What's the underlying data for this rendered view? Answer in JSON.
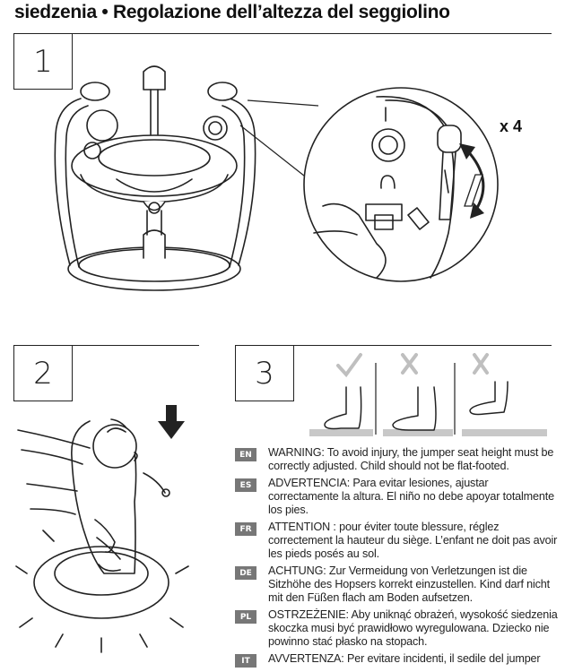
{
  "header": {
    "title": "siedzenia • Regolazione dell’altezza del seggiolino"
  },
  "steps": {
    "step1": "1",
    "step2": "2",
    "step3": "3"
  },
  "callout": {
    "multiplier": "x 4"
  },
  "warnings": [
    {
      "lang": "EN",
      "text": "WARNING: To avoid injury, the jumper seat height must be correctly adjusted. Child should not be flat-footed."
    },
    {
      "lang": "ES",
      "text": "ADVERTENCIA: Para evitar lesiones, ajustar correctamente la altura. El niño no debe apoyar totalmente los pies."
    },
    {
      "lang": "FR",
      "text": "ATTENTION : pour éviter toute blessure, réglez correctement la hauteur du siège. L’enfant ne doit pas avoir les pieds posés au sol."
    },
    {
      "lang": "DE",
      "text": "ACHTUNG: Zur Vermeidung von Verletzungen ist die Sitzhöhe des Hopsers korrekt einzustellen. Kind darf nicht mit den Füßen flach am Boden aufsetzen."
    },
    {
      "lang": "PL",
      "text": "OSTRZEŻENIE: Aby uniknąć obrażeń, wysokość siedzenia skoczka musi być prawidłowo wyregulowana. Dziecko nie powinno stać płasko na stopach."
    },
    {
      "lang": "IT",
      "text": "AVVERTENZA: Per evitare incidenti, il sedile del jumper"
    }
  ],
  "colors": {
    "line": "#222222",
    "badge": "#777777",
    "mark_light": "#bfbfbf",
    "floor": "#c8c8c8"
  }
}
